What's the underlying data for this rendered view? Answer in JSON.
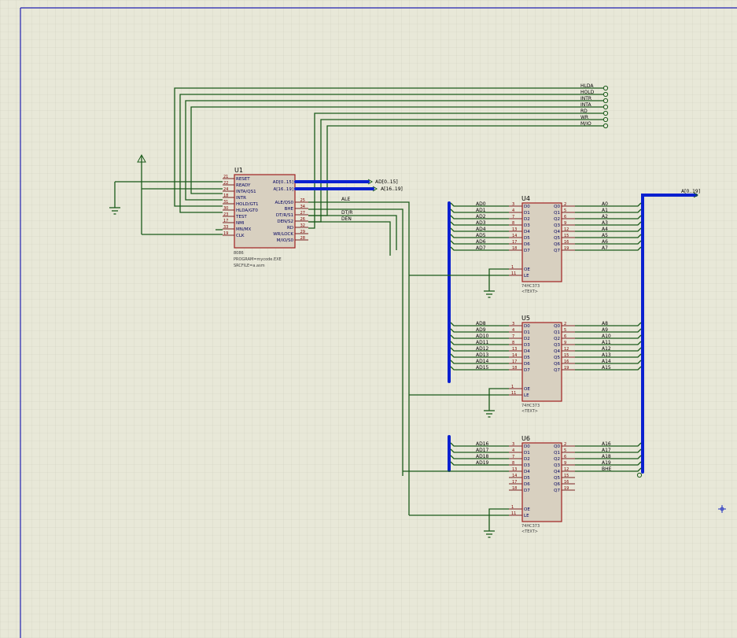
{
  "colors": {
    "background": "#e8e8d8",
    "grid_minor": "#d6d6c6",
    "grid_major": "#b8b8a8",
    "border": "#2020b0",
    "wire": "#1a5a1a",
    "bus": "#0a20d0",
    "chip_outline": "#a02020",
    "chip_fill": "#d8d0c0"
  },
  "u1": {
    "ref": "U1",
    "part": "8086",
    "props": [
      "PROGRAM=mycode.EXE",
      "SRCFILE=a.asm"
    ],
    "left_pins": [
      {
        "num": "21",
        "name": "RESET"
      },
      {
        "num": "22",
        "name": "READY"
      },
      {
        "num": "24",
        "name": "INTA/QS1"
      },
      {
        "num": "18",
        "name": "INTR"
      },
      {
        "num": "31",
        "name": "HOLD/GT1"
      },
      {
        "num": "30",
        "name": "HLDA/GT0"
      },
      {
        "num": "23",
        "name": "TEST"
      },
      {
        "num": "17",
        "name": "NMI"
      },
      {
        "num": "33",
        "name": "MN/MX"
      },
      {
        "num": "19",
        "name": "CLK"
      }
    ],
    "right_pins": [
      {
        "num": "",
        "name": "AD[0..15]"
      },
      {
        "num": "",
        "name": "A[16..19]"
      },
      {
        "num": "25",
        "name": "ALE/QS0"
      },
      {
        "num": "34",
        "name": "BHE"
      },
      {
        "num": "27",
        "name": "DT/R/S1"
      },
      {
        "num": "26",
        "name": "DEN/S2"
      },
      {
        "num": "32",
        "name": "RD"
      },
      {
        "num": "29",
        "name": "WR/LOCK"
      },
      {
        "num": "28",
        "name": "M/IO/S0"
      }
    ]
  },
  "top_terminals": [
    "HLDA",
    "HOLD",
    "INTR",
    "INTA",
    "RD",
    "WR",
    "M/IO"
  ],
  "net_labels": {
    "ad_bus": "AD[0..15]",
    "a_bus": "A[16..19]",
    "ale": "ALE",
    "dtr": "DT/R",
    "den": "DEN",
    "a_out_bus": "A[0..19]"
  },
  "latches": [
    {
      "ref": "U4",
      "part": "74HC373",
      "text": "<TEXT>",
      "inputs": [
        "AD0",
        "AD1",
        "AD2",
        "AD3",
        "AD4",
        "AD5",
        "AD6",
        "AD7"
      ],
      "in_nums": [
        "3",
        "4",
        "7",
        "8",
        "13",
        "14",
        "17",
        "18"
      ],
      "outputs": [
        "A0",
        "A1",
        "A2",
        "A3",
        "A4",
        "A5",
        "A6",
        "A7"
      ],
      "out_nums": [
        "2",
        "5",
        "6",
        "9",
        "12",
        "15",
        "16",
        "19"
      ]
    },
    {
      "ref": "U5",
      "part": "74HC373",
      "text": "<TEXT>",
      "inputs": [
        "AD8",
        "AD9",
        "AD10",
        "AD11",
        "AD12",
        "AD13",
        "AD14",
        "AD15"
      ],
      "in_nums": [
        "3",
        "4",
        "7",
        "8",
        "13",
        "14",
        "17",
        "18"
      ],
      "outputs": [
        "A8",
        "A9",
        "A10",
        "A11",
        "A12",
        "A13",
        "A14",
        "A15"
      ],
      "out_nums": [
        "2",
        "5",
        "6",
        "9",
        "12",
        "15",
        "16",
        "19"
      ]
    },
    {
      "ref": "U6",
      "part": "74HC373",
      "text": "<TEXT>",
      "inputs": [
        "AD16",
        "AD17",
        "AD18",
        "AD19",
        "",
        "",
        "",
        ""
      ],
      "in_nums": [
        "3",
        "4",
        "7",
        "8",
        "13",
        "14",
        "17",
        "18"
      ],
      "outputs": [
        "A16",
        "A17",
        "A18",
        "A19",
        "BHE",
        "",
        "",
        ""
      ],
      "out_nums": [
        "2",
        "5",
        "6",
        "9",
        "12",
        "15",
        "16",
        "19"
      ]
    }
  ],
  "latch_pin_names": {
    "d": [
      "D0",
      "D1",
      "D2",
      "D3",
      "D4",
      "D5",
      "D6",
      "D7"
    ],
    "q": [
      "Q0",
      "Q1",
      "Q2",
      "Q3",
      "Q4",
      "Q5",
      "Q6",
      "Q7"
    ],
    "oe": "OE",
    "le": "LE",
    "oe_num": "1",
    "le_num": "11"
  }
}
